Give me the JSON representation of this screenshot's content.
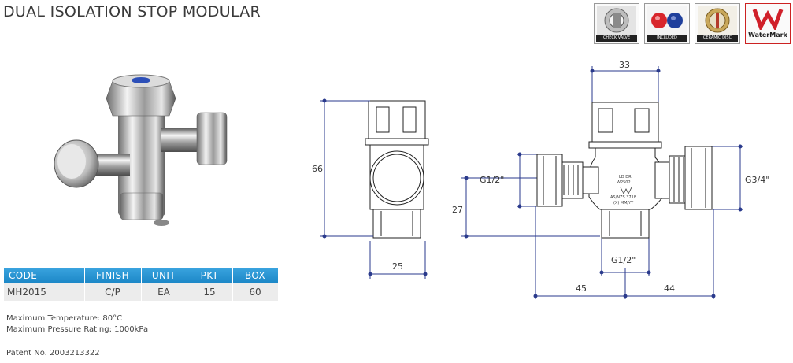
{
  "title": "DUAL ISOLATION STOP MODULAR",
  "badges": [
    {
      "icon": "check-valve-icon",
      "caption": "CHECK VALVE"
    },
    {
      "icon": "red-blue-handles-icon",
      "caption": "INCLUDED"
    },
    {
      "icon": "ceramic-disc-icon",
      "caption": "CERAMIC DISC"
    },
    {
      "icon": "watermark-logo-icon",
      "caption": "WaterMark"
    }
  ],
  "table": {
    "headers": [
      "CODE",
      "FINISH",
      "UNIT",
      "PKT",
      "BOX"
    ],
    "row": [
      "MH2015",
      "C/P",
      "EA",
      "15",
      "60"
    ]
  },
  "notes": {
    "temperature": "Maximum Temperature: 80°C",
    "pressure": "Maximum Pressure Rating: 1000kPa"
  },
  "patent": "Patent No. 2003213322",
  "dimensions": {
    "side_height": "66",
    "side_width": "25",
    "front_top": "33",
    "left_port": "G1/2\"",
    "right_port": "G3/4\"",
    "center_height": "27",
    "bottom_port": "G1/2\"",
    "left_length": "45",
    "right_length": "44"
  },
  "body_marking": [
    "LD DR",
    "W2502",
    "AS/NZS 3718",
    "(X) MM/YY"
  ]
}
